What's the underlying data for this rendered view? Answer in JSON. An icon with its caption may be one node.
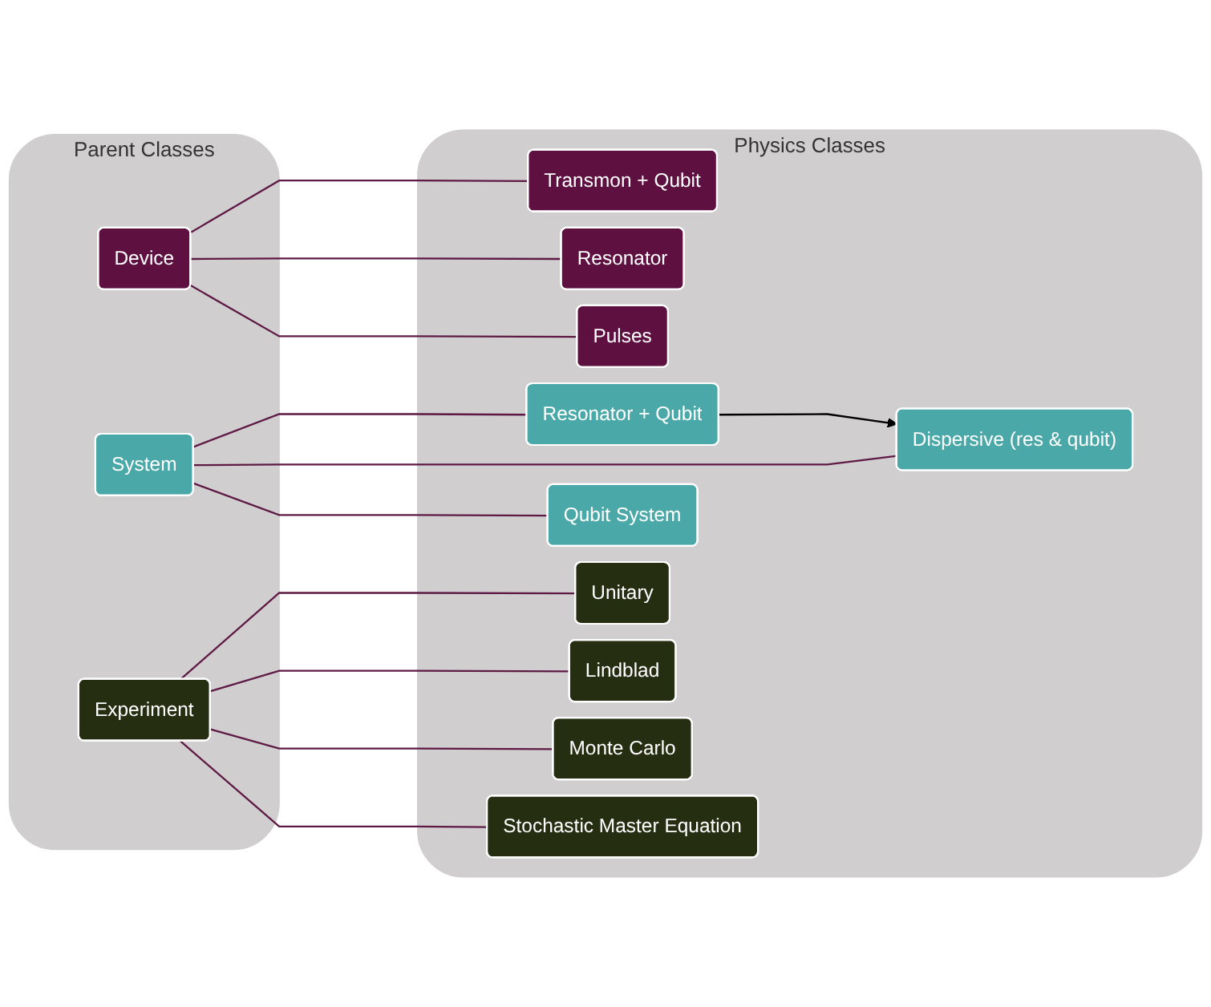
{
  "diagram": {
    "nodes": [
      {
        "text": [
          "Parent Classes"
        ]
      },
      {
        "text": [
          "Device"
        ],
        "in": 0
      },
      {
        "text": [
          "System"
        ],
        "in": 0
      },
      {
        "text": [
          "Experiment"
        ],
        "in": 0
      },
      {
        "text": [
          "Physics Classes"
        ]
      },
      {
        "text": [
          "Transmon + Qubit"
        ],
        "in": 4
      },
      {
        "text": [
          "Resonator"
        ],
        "in": 4
      },
      {
        "text": [
          "Pulses"
        ],
        "in": 4
      },
      {
        "text": [
          "Resonator + Qubit"
        ],
        "in": 4
      },
      {
        "text": [
          "Dispersive (res & qubit)"
        ],
        "in": 4
      },
      {
        "text": [
          "Qubit System"
        ],
        "in": 4
      },
      {
        "text": [
          "Unitary"
        ],
        "in": 4
      },
      {
        "text": [
          "Lindblad"
        ],
        "in": 4
      },
      {
        "text": [
          "Monte Carlo"
        ],
        "in": 4
      },
      {
        "text": [
          "Stochastic Master Equation"
        ],
        "in": 4
      }
    ],
    "edges": [
      {
        "from": 1,
        "to": 5,
        "arrow": "none"
      },
      {
        "from": 1,
        "to": 6,
        "arrow": "none"
      },
      {
        "from": 1,
        "to": 7,
        "arrow": "none"
      },
      {
        "from": 2,
        "to": 8,
        "arrow": "none"
      },
      {
        "from": 2,
        "to": 9,
        "arrow": "none"
      },
      {
        "from": 2,
        "to": 10,
        "arrow": "none"
      },
      {
        "from": 3,
        "to": 11,
        "arrow": "none"
      },
      {
        "from": 3,
        "to": 12,
        "arrow": "none"
      },
      {
        "from": 3,
        "to": 13,
        "arrow": "none"
      },
      {
        "from": 3,
        "to": 14,
        "arrow": "none"
      },
      {
        "from": 8,
        "to": 9,
        "arrow": "to",
        "color": "#000000"
      }
    ]
  }
}
